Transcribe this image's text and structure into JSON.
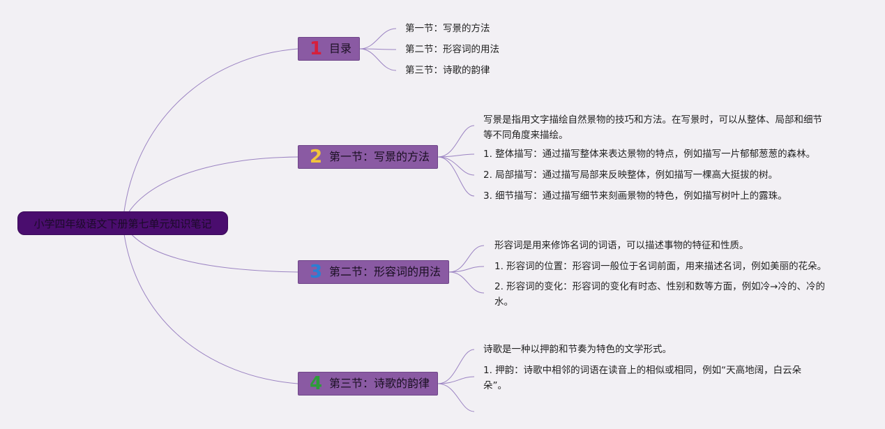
{
  "root": {
    "label": "小学四年级语文下册第七单元知识笔记"
  },
  "branches": [
    {
      "num": "1",
      "num_color": "#d61f3c",
      "label": "目录",
      "leaves": [
        "第一节：写景的方法",
        "第二节：形容词的用法",
        "第三节：诗歌的韵律"
      ]
    },
    {
      "num": "2",
      "num_color": "#f2c43c",
      "label": "第一节：写景的方法",
      "leaves": [
        "写景是指用文字描绘自然景物的技巧和方法。在写景时，可以从整体、局部和细节等不同角度来描绘。",
        "1. 整体描写：通过描写整体来表达景物的特点，例如描写一片郁郁葱葱的森林。",
        "2. 局部描写：通过描写局部来反映整体，例如描写一棵高大挺拔的树。",
        "3. 细节描写：通过描写细节来刻画景物的特色，例如描写树叶上的露珠。"
      ]
    },
    {
      "num": "3",
      "num_color": "#2a7fd4",
      "label": "第二节：形容词的用法",
      "leaves": [
        "形容词是用来修饰名词的词语，可以描述事物的特征和性质。",
        "1. 形容词的位置：形容词一般位于名词前面，用来描述名词，例如美丽的花朵。",
        "2. 形容词的变化：形容词的变化有时态、性别和数等方面，例如冷→冷的、冷的水。"
      ]
    },
    {
      "num": "4",
      "num_color": "#2e9c3a",
      "label": "第三节：诗歌的韵律",
      "leaves": [
        "诗歌是一种以押韵和节奏为特色的文学形式。",
        "1. 押韵：诗歌中相邻的词语在读音上的相似或相同，例如“天高地阔，白云朵朵”。",
        ""
      ]
    }
  ],
  "colors": {
    "link": "#9b83c2",
    "branch_bg": "#8a5aa3",
    "root_bg": "#4a0d6e",
    "background": "#f2f0f4"
  }
}
